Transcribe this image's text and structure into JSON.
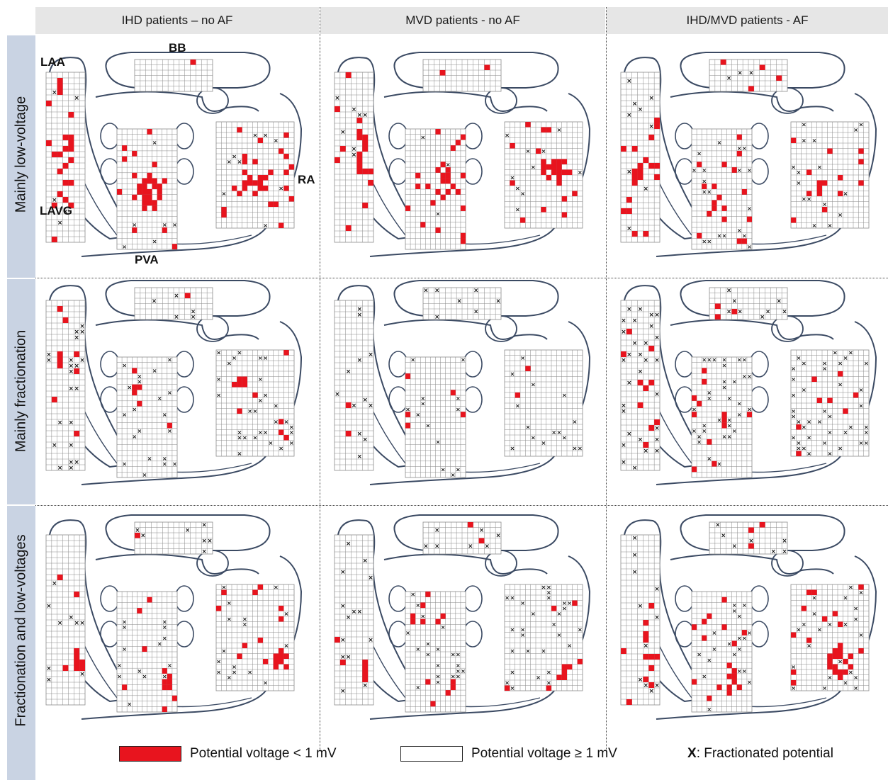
{
  "columns": [
    "IHD patients – no AF",
    "MVD patients - no AF",
    "IHD/MVD patients - AF"
  ],
  "rows": [
    "Mainly low-voltage",
    "Mainly fractionation",
    "Fractionation and low-voltages"
  ],
  "region_labels": {
    "laa": "LAA",
    "bb": "BB",
    "ra": "RA",
    "lavg": "LAVG",
    "pva": "PVA"
  },
  "legend": {
    "low_voltage": "Potential voltage  < 1 mV",
    "normal_voltage": "Potential voltage  ≥ 1 mV",
    "fractionated_prefix": "X",
    "fractionated_text": ": Fractionated potential"
  },
  "colors": {
    "low_voltage": "#e8141e",
    "grid": "#8a8a8a",
    "outline": "#3b4a63",
    "row_band": "#c9d3e3",
    "header": "#e6e6e6"
  }
}
